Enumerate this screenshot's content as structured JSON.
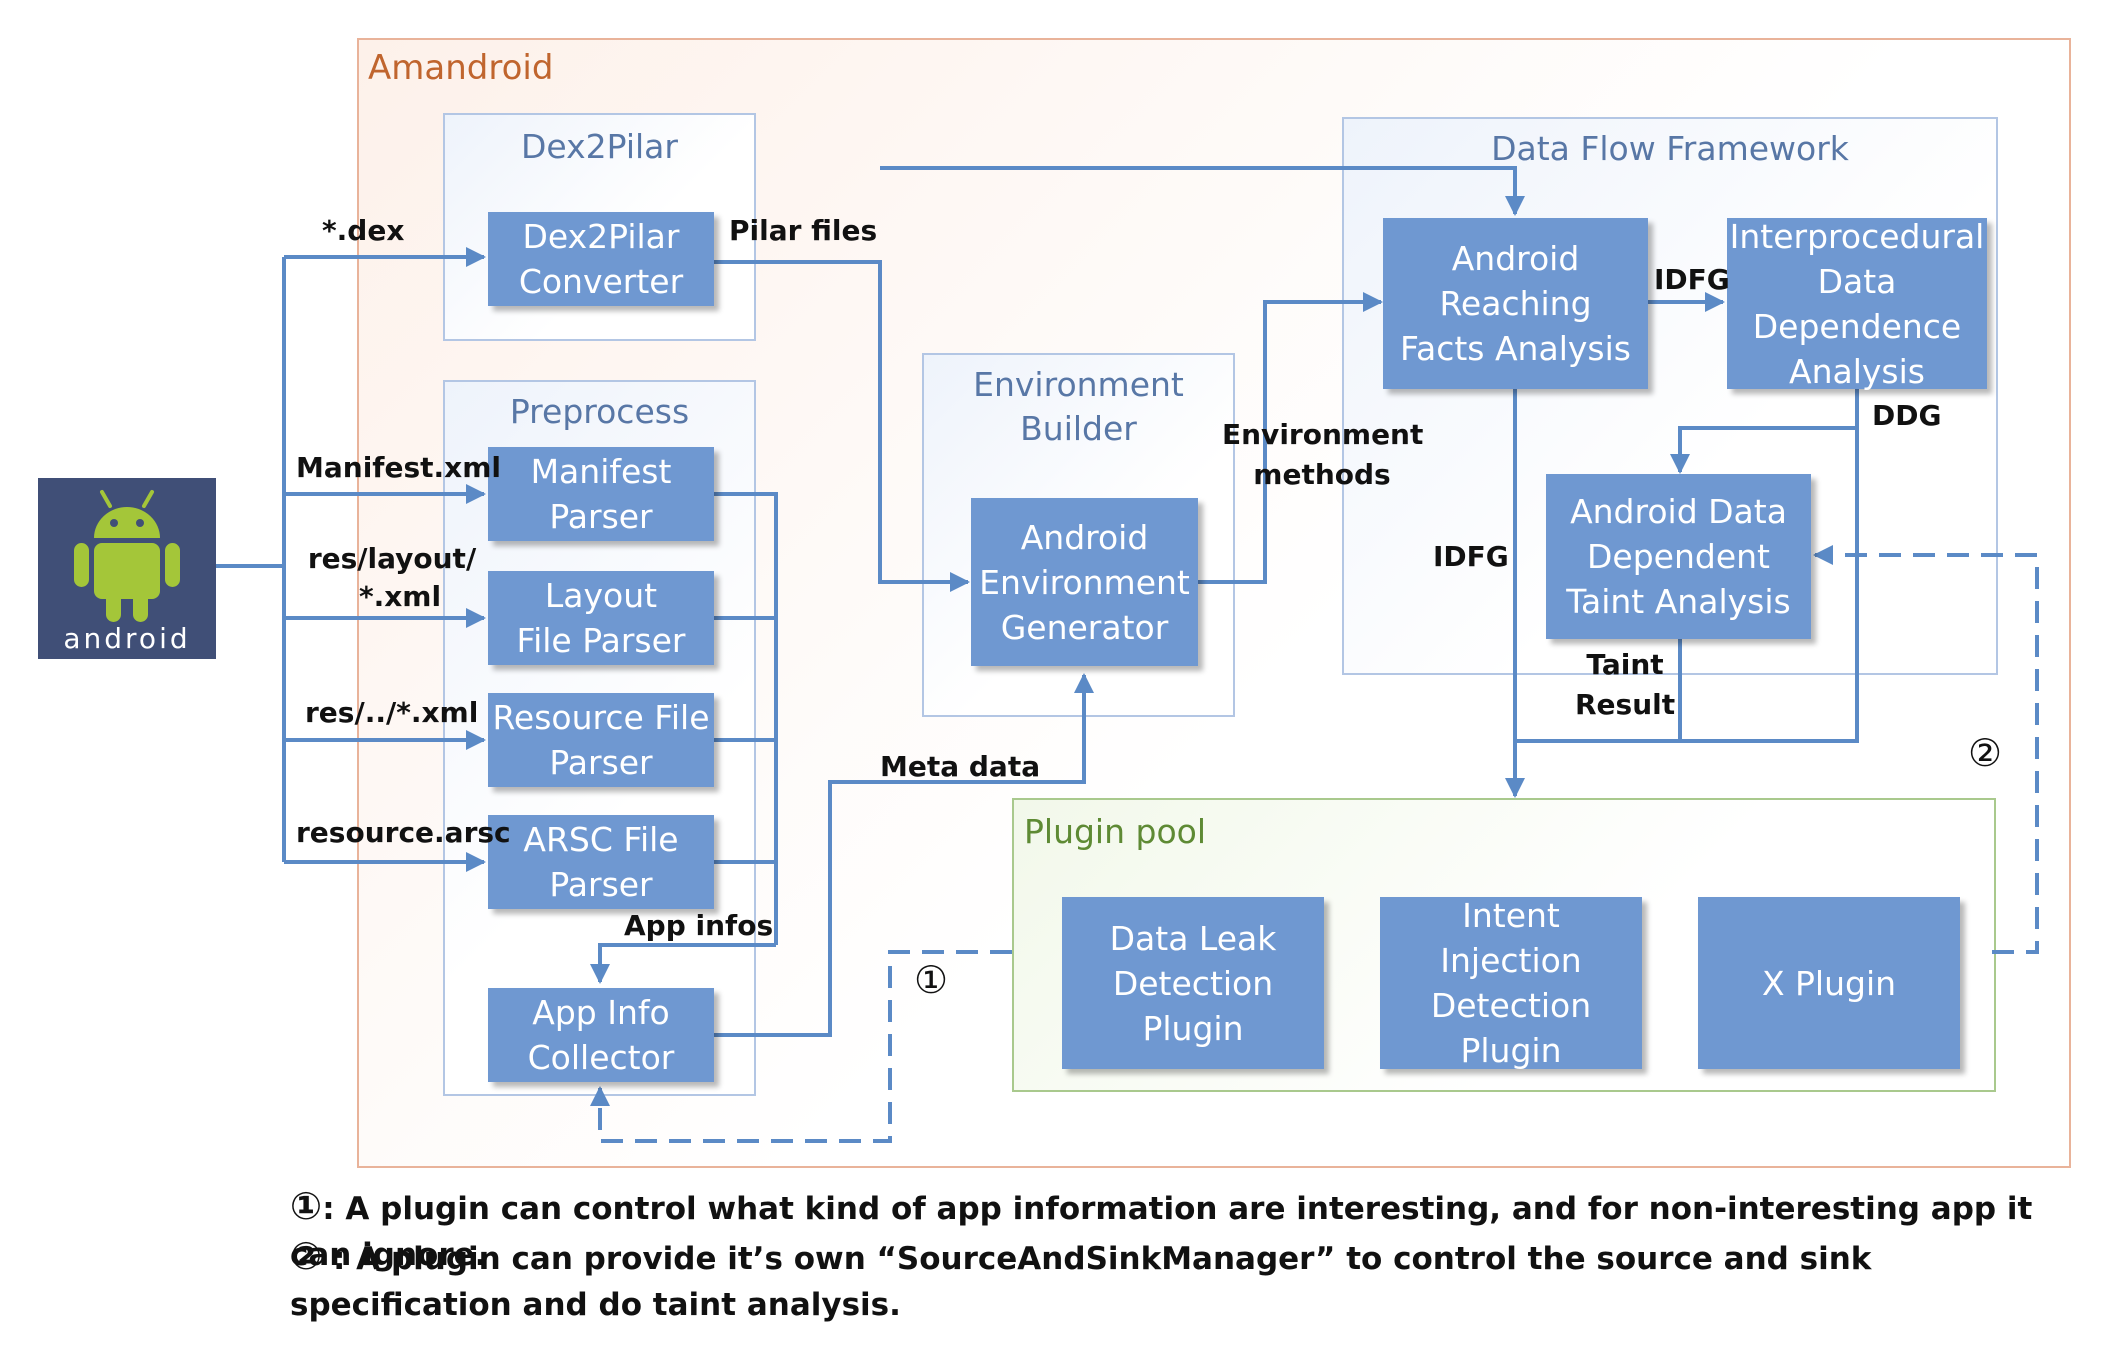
{
  "system": {
    "title": "Amandroid"
  },
  "android_logo": {
    "wordmark": "android",
    "colors": {
      "background": "#404f77",
      "robot": "#a4c639"
    }
  },
  "groups": {
    "dex2pilar": {
      "title": "Dex2Pilar"
    },
    "preprocess": {
      "title": "Preprocess"
    },
    "environment_builder": {
      "title": "Environment Builder"
    },
    "data_flow_framework": {
      "title": "Data Flow Framework"
    },
    "plugin_pool": {
      "title": "Plugin pool"
    }
  },
  "boxes": {
    "dex2pilar_converter": "Dex2Pilar Converter",
    "manifest_parser": "Manifest Parser",
    "layout_file_parser": "Layout File Parser",
    "resource_file_parser": "Resource File Parser",
    "arsc_file_parser": "ARSC File Parser",
    "app_info_collector": "App Info Collector",
    "android_environment_generator": "Android Environment Generator",
    "android_reaching_facts_analysis": "Android Reaching Facts Analysis",
    "interprocedural_ddg": "Interprocedural Data Dependence Analysis",
    "android_data_dependent_taint": "Android Data Dependent Taint Analysis",
    "data_leak_plugin": "Data Leak Detection Plugin",
    "intent_injection_plugin": "Intent Injection Detection Plugin",
    "x_plugin": "X Plugin"
  },
  "edge_labels": {
    "dex": "*.dex",
    "pilar_files": "Pilar files",
    "manifest_xml": "Manifest.xml",
    "res_layout_1": "res/layout/",
    "res_layout_2": "*.xml",
    "res_xml": "res/../*.xml",
    "resource_arsc": "resource.arsc",
    "app_infos": "App infos",
    "meta_data": "Meta data",
    "environment_methods_1": "Environment",
    "environment_methods_2": "methods",
    "idfg_right": "IDFG",
    "idfg_down": "IDFG",
    "ddg": "DDG",
    "taint_result_1": "Taint",
    "taint_result_2": "Result"
  },
  "markers": {
    "one": "①",
    "two": "②"
  },
  "notes": {
    "note1": ": A plugin can control what kind of app information are interesting, and for non-interesting app it can ignore.",
    "note2": " : A plugin can provide it’s own “SourceAndSinkManager” to control the source and sink specification and do taint analysis."
  },
  "colors": {
    "box": "#6f98d1",
    "arrow": "#5b8ac6",
    "group_border": "#b3c6e4",
    "outer_border": "#e9b39a",
    "plugin_border": "#a9c98d",
    "title_blue": "#5877a6",
    "title_orange": "#c0652e",
    "title_green": "#5e8a34"
  }
}
